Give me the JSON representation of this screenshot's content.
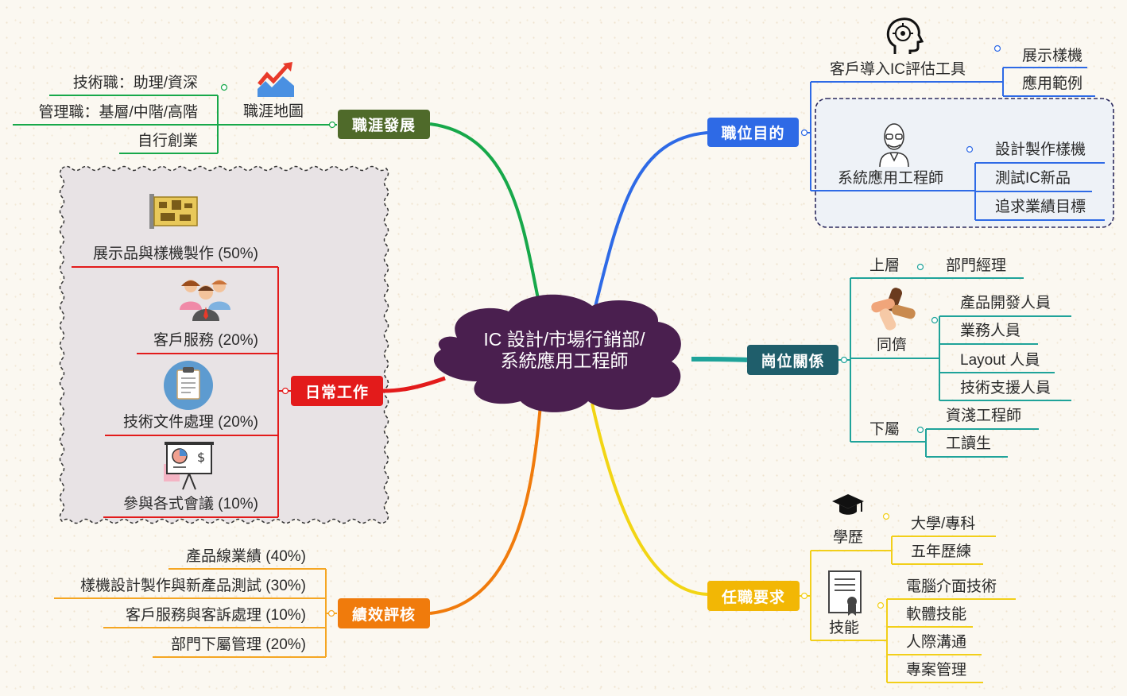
{
  "center": {
    "line1": "IC 設計/市場行銷部/",
    "line2": "系統應用工程師"
  },
  "branches": {
    "purpose": {
      "label": "職位目的",
      "color": "#2e6ae6",
      "tool": {
        "title": "客戶導入IC評估工具",
        "items": [
          "展示樣機",
          "應用範例"
        ]
      },
      "engineer": {
        "title": "系統應用工程師",
        "items": [
          "設計製作樣機",
          "測試IC新品",
          "追求業績目標"
        ]
      }
    },
    "relations": {
      "label": "崗位關係",
      "color": "#1f5e6b",
      "upper": {
        "title": "上層",
        "items": [
          "部門經理"
        ]
      },
      "peers": {
        "title": "同儕",
        "items": [
          "產品開發人員",
          "業務人員",
          "Layout 人員",
          "技術支援人員"
        ]
      },
      "lower": {
        "title": "下屬",
        "items": [
          "資淺工程師",
          "工讀生"
        ]
      }
    },
    "requirements": {
      "label": "任職要求",
      "color": "#f2b705",
      "education": {
        "title": "學歷",
        "items": [
          "大學/專科",
          "五年歷練"
        ]
      },
      "skills": {
        "title": "技能",
        "items": [
          "電腦介面技術",
          "軟體技能",
          "人際溝通",
          "專案管理"
        ]
      }
    },
    "career": {
      "label": "職涯發展",
      "color": "#4f6a2a",
      "map_title": "職涯地圖",
      "items": [
        "技術職：助理/資深",
        "管理職：基層/中階/高階",
        "自行創業"
      ]
    },
    "daily": {
      "label": "日常工作",
      "color": "#e31b1b",
      "items": [
        "展示品與樣機製作 (50%)",
        "客戶服務 (20%)",
        "技術文件處理 (20%)",
        "參與各式會議 (10%)"
      ]
    },
    "performance": {
      "label": "績效評核",
      "color": "#f07b0c",
      "items": [
        "產品線業績 (40%)",
        "樣機設計製作與新產品測試 (30%)",
        "客戶服務與客訴處理 (10%)",
        "部門下屬管理 (20%)"
      ]
    }
  },
  "icons": [
    "head-circuit-icon",
    "engineer-avatar-icon",
    "hands-together-icon",
    "graduation-cap-icon",
    "certificate-icon",
    "growth-chart-icon",
    "circuit-board-icon",
    "people-group-icon",
    "clipboard-icon",
    "presentation-board-icon"
  ]
}
